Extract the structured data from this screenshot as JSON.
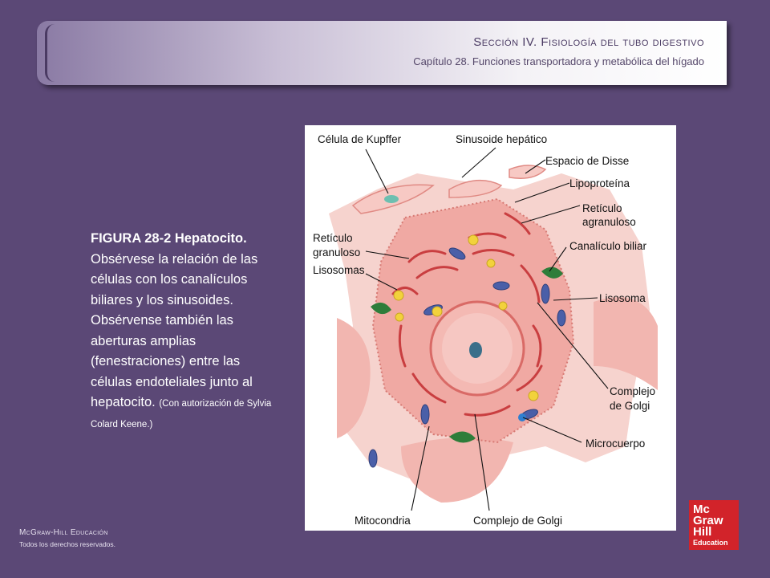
{
  "header": {
    "section": "Sección IV.  Fisiología del tubo digestivo",
    "chapter": "Capítulo 28.  Funciones transportadora y metabólica del hígado"
  },
  "caption": {
    "figure_label": "FIGURA 28-2 Hepatocito.",
    "body": "Obsérvese la relación de las células con los canalículos biliares y los sinusoides. Obsérvense también las aberturas amplias (fenestraciones) entre las células endoteliales junto al hepatocito.",
    "credit": "(Con autorización de Sylvia Colard Keene.)"
  },
  "figure": {
    "labels": {
      "kupffer": "Célula de Kupffer",
      "sinusoide": "Sinusoide hepático",
      "disse": "Espacio de Disse",
      "lipoproteina": "Lipoproteína",
      "agranuloso_1": "Retículo",
      "agranuloso_2": "agranuloso",
      "granuloso_1": "Retículo",
      "granuloso_2": "granuloso",
      "lisosomas": "Lisosomas",
      "canaliculo": "Canalículo biliar",
      "lisosoma": "Lisosoma",
      "golgi_r_1": "Complejo",
      "golgi_r_2": "de Golgi",
      "microcuerpo": "Microcuerpo",
      "mitocondria": "Mitocondria",
      "golgi_b": "Complejo de Golgi"
    }
  },
  "footer": {
    "publisher": "McGraw-Hill Educación",
    "rights": "Todos los derechos reservados."
  },
  "logo": {
    "line1": "Mc",
    "line2": "Graw",
    "line3": "Hill",
    "line4": "Education",
    "color": "#d2232a"
  },
  "colors": {
    "background": "#5b4876",
    "cell": "#f2b3ad",
    "er": "#d24a4a",
    "mito": "#4a5fa8",
    "golgi": "#2e7d3a",
    "lysosome": "#f2d23c"
  }
}
